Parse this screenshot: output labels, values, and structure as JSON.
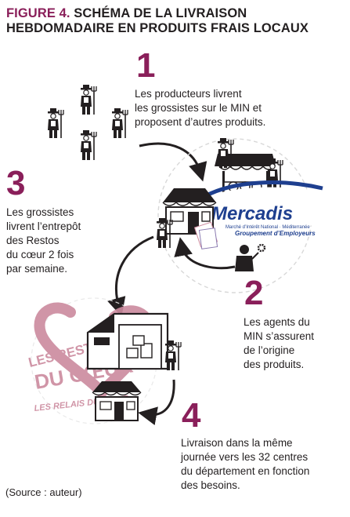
{
  "title": {
    "label": "FIGURE 4.",
    "line1": "SCHÉMA DE LA LIVRAISON",
    "line2": "HEBDOMADAIRE EN PRODUITS FRAIS LOCAUX"
  },
  "steps": [
    {
      "number": "1",
      "lines": [
        "Les producteurs livrent",
        "les grossistes sur le MIN et",
        "proposent d’autres produits."
      ]
    },
    {
      "number": "2",
      "lines": [
        "Les agents du",
        "MIN s’assurent",
        "de l’origine",
        "des produits."
      ]
    },
    {
      "number": "3",
      "lines": [
        "Les grossistes",
        "livrent l’entrepôt",
        "des Restos",
        "du cœur 2 fois",
        "par semaine."
      ]
    },
    {
      "number": "4",
      "lines": [
        "Livraison dans la même",
        "journée vers les 32 centres",
        "du département en fonction",
        "des besoins."
      ]
    }
  ],
  "logos": {
    "mercadis": {
      "name": "Mercadis",
      "tagline1": "Marché d’Intérêt National · Méditerranée",
      "tagline2": "Groupement d’Employeurs"
    },
    "restos": {
      "line1": "LES RESTAURANTS",
      "line2": "DU CŒUR",
      "line3": "LES RELAIS DU CŒUR"
    }
  },
  "source": "(Source : auteur)",
  "colors": {
    "accent": "#8a1f5a",
    "text": "#231f20",
    "mercadis_blue": "#1e3f8f",
    "restos_pink": "#cc8a9e"
  },
  "icons": [
    "farmer-icon",
    "market-stall-icon",
    "shop-icon",
    "warehouse-icon",
    "agent-icon",
    "gear-icon",
    "arrow-icon"
  ]
}
